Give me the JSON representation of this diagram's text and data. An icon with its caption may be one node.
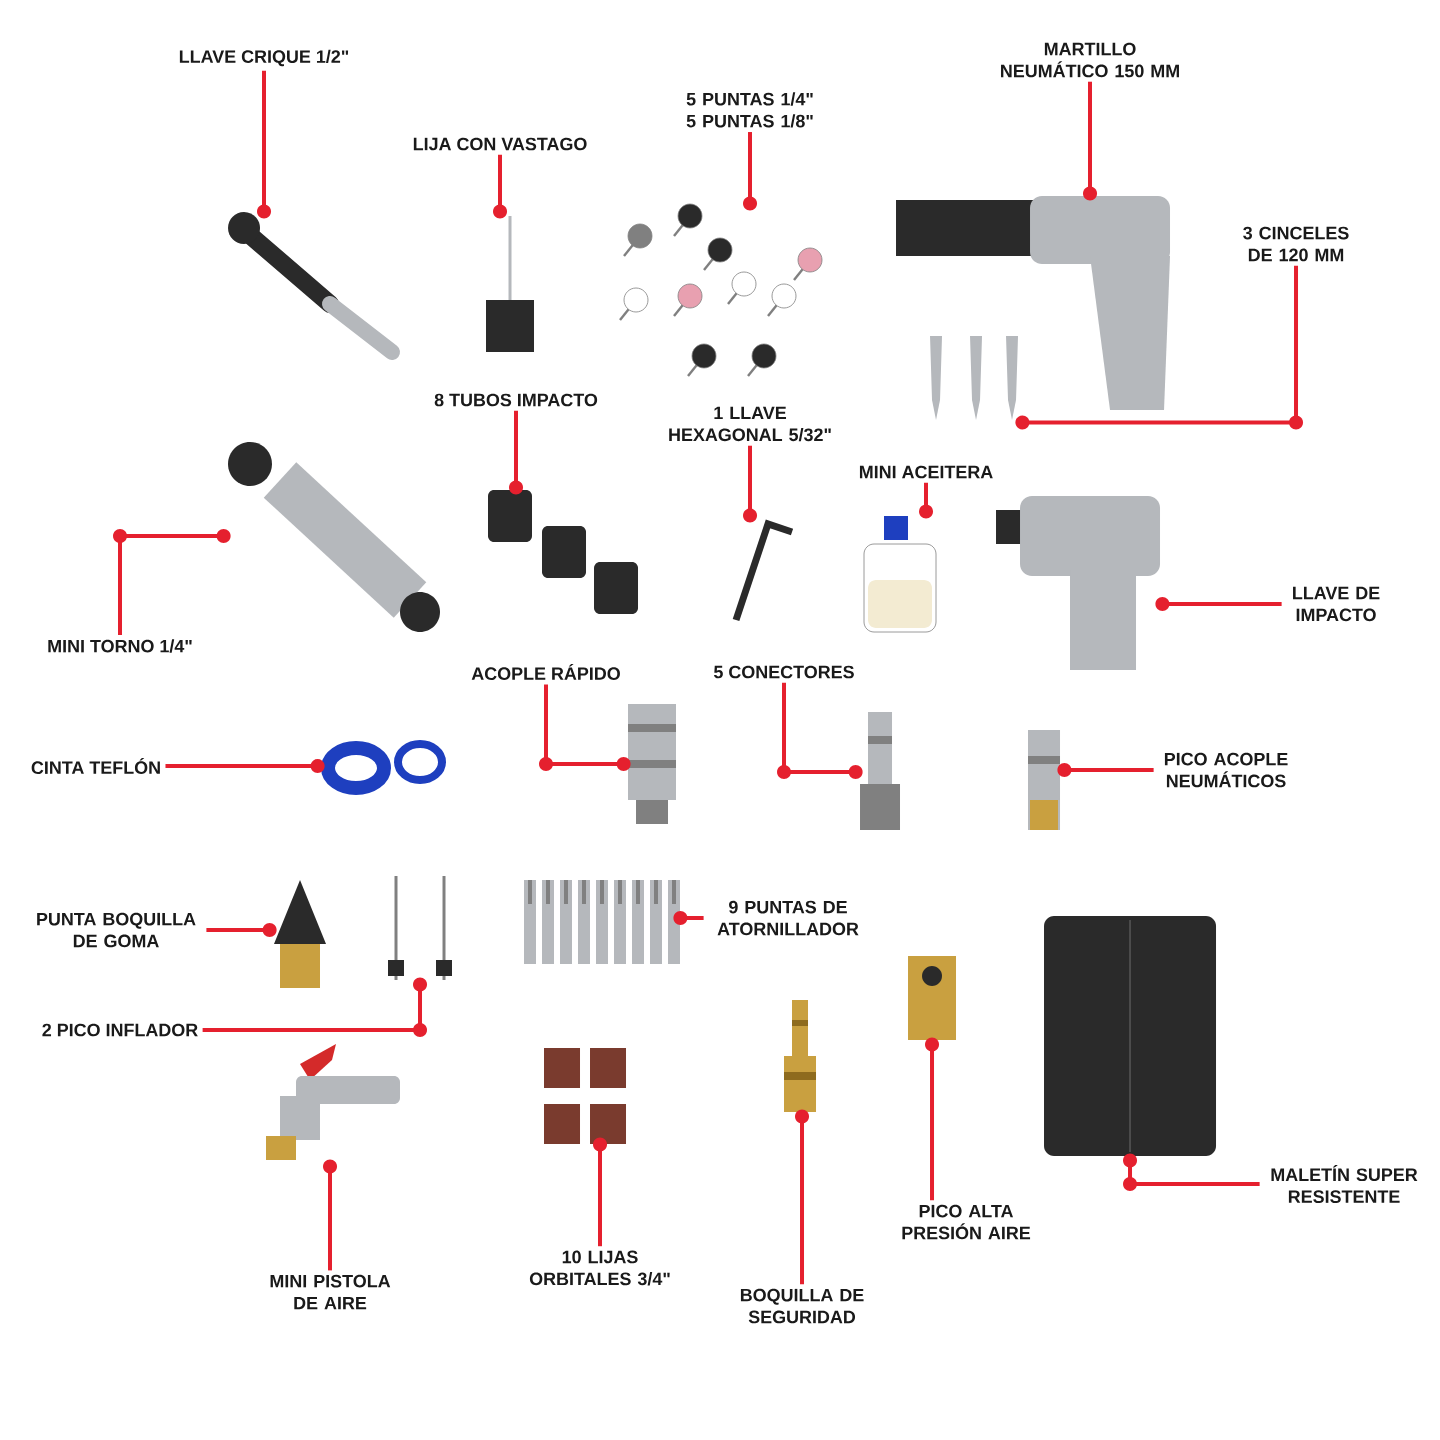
{
  "diagram": {
    "nodes": [
      {
        "text": [
          "LLAVE CRIQUE 1/2\""
        ]
      },
      {
        "text": [
          "LIJA CON VASTAGO"
        ]
      },
      {
        "text": [
          "5 PUNTAS 1/4\" 5 PUNTAS 1/8\""
        ]
      },
      {
        "text": [
          "MARTILLO NEUMÁTICO 150 MM"
        ]
      },
      {
        "text": [
          "3 CINCELES DE 120 MM"
        ]
      },
      {
        "text": [
          "8 TUBOS IMPACTO"
        ]
      },
      {
        "text": [
          "1 LLAVE HEXAGONAL 5/32\""
        ]
      },
      {
        "text": [
          "MINI ACEITERA"
        ]
      },
      {
        "text": [
          "MINI TORNO 1/4\""
        ]
      },
      {
        "text": [
          "LLAVE DE IMPACTO"
        ]
      },
      {
        "text": [
          "ACOPLE RÁPIDO"
        ]
      },
      {
        "text": [
          "5 CONECTORES"
        ]
      },
      {
        "text": [
          "CINTA TEFLÓN"
        ]
      },
      {
        "text": [
          "PICO ACOPLE NEUMÁTICOS"
        ]
      },
      {
        "text": [
          "PUNTA BOQUILLA DE GOMA"
        ]
      },
      {
        "text": [
          "9 PUNTAS DE ATORNILLADOR"
        ]
      },
      {
        "text": [
          "2 PICO INFLADOR"
        ]
      },
      {
        "text": [
          "MINI PISTOLA DE AIRE"
        ]
      },
      {
        "text": [
          "10 LIJAS ORBITALES 3/4\""
        ]
      },
      {
        "text": [
          "BOQUILLA DE SEGURIDAD"
        ]
      },
      {
        "text": [
          "PICO ALTA PRESIÓN AIRE"
        ]
      },
      {
        "text": [
          "MALETÍN SUPER RESISTENTE"
        ]
      },
      {
        "text": [],
        "shape": "picture"
      },
      {
        "text": [],
        "shape": "picture"
      },
      {
        "text": [],
        "shape": "picture"
      },
      {
        "text": [],
        "shape": "picture"
      },
      {
        "text": [],
        "shape": "picture"
      },
      {
        "text": [],
        "shape": "picture"
      },
      {
        "text": [],
        "shape": "picture"
      },
      {
        "text": [],
        "shape": "picture"
      },
      {
        "text": [],
        "shape": "picture"
      },
      {
        "text": [],
        "shape": "picture"
      },
      {
        "text": [],
        "shape": "picture"
      },
      {
        "text": [],
        "shape": "picture"
      },
      {
        "text": [],
        "shape": "picture"
      },
      {
        "text": [],
        "shape": "picture"
      },
      {
        "text": [],
        "shape": "picture"
      },
      {
        "text": [],
        "shape": "picture"
      },
      {
        "text": [],
        "shape": "picture"
      },
      {
        "text": [],
        "shape": "picture"
      },
      {
        "text": [],
        "shape": "picture"
      },
      {
        "text": [],
        "shape": "picture"
      },
      {
        "text": [],
        "shape": "picture"
      },
      {
        "text": [],
        "shape": "picture"
      }
    ],
    "edges": [
      {
        "from": 0,
        "to": 22,
        "arrow": "other"
      },
      {
        "from": 1,
        "to": 23,
        "arrow": "other"
      },
      {
        "from": 2,
        "to": 24,
        "arrow": "other"
      },
      {
        "from": 3,
        "to": 25,
        "arrow": "other"
      },
      {
        "from": 4,
        "to": 26,
        "arrow": "other"
      },
      {
        "from": 5,
        "to": 27,
        "arrow": "other"
      },
      {
        "from": 6,
        "to": 28,
        "arrow": "other"
      },
      {
        "from": 7,
        "to": 29,
        "arrow": "other"
      },
      {
        "from": 8,
        "to": 30,
        "arrow": "other"
      },
      {
        "from": 9,
        "to": 31,
        "arrow": "other"
      },
      {
        "from": 10,
        "to": 32,
        "arrow": "other"
      },
      {
        "from": 11,
        "to": 33,
        "arrow": "other"
      },
      {
        "from": 12,
        "to": 34,
        "arrow": "other"
      },
      {
        "from": 13,
        "to": 35,
        "arrow": "other"
      },
      {
        "from": 14,
        "to": 36,
        "arrow": "other"
      },
      {
        "from": 15,
        "to": 37,
        "arrow": "other"
      },
      {
        "from": 16,
        "to": 38,
        "arrow": "other"
      },
      {
        "from": 17,
        "to": 39,
        "arrow": "other"
      },
      {
        "from": 18,
        "to": 40,
        "arrow": "other"
      },
      {
        "from": 19,
        "to": 41,
        "arrow": "other"
      },
      {
        "from": 20,
        "to": 42,
        "arrow": "other"
      },
      {
        "from": 21,
        "to": 43,
        "arrow": "other"
      }
    ]
  }
}
